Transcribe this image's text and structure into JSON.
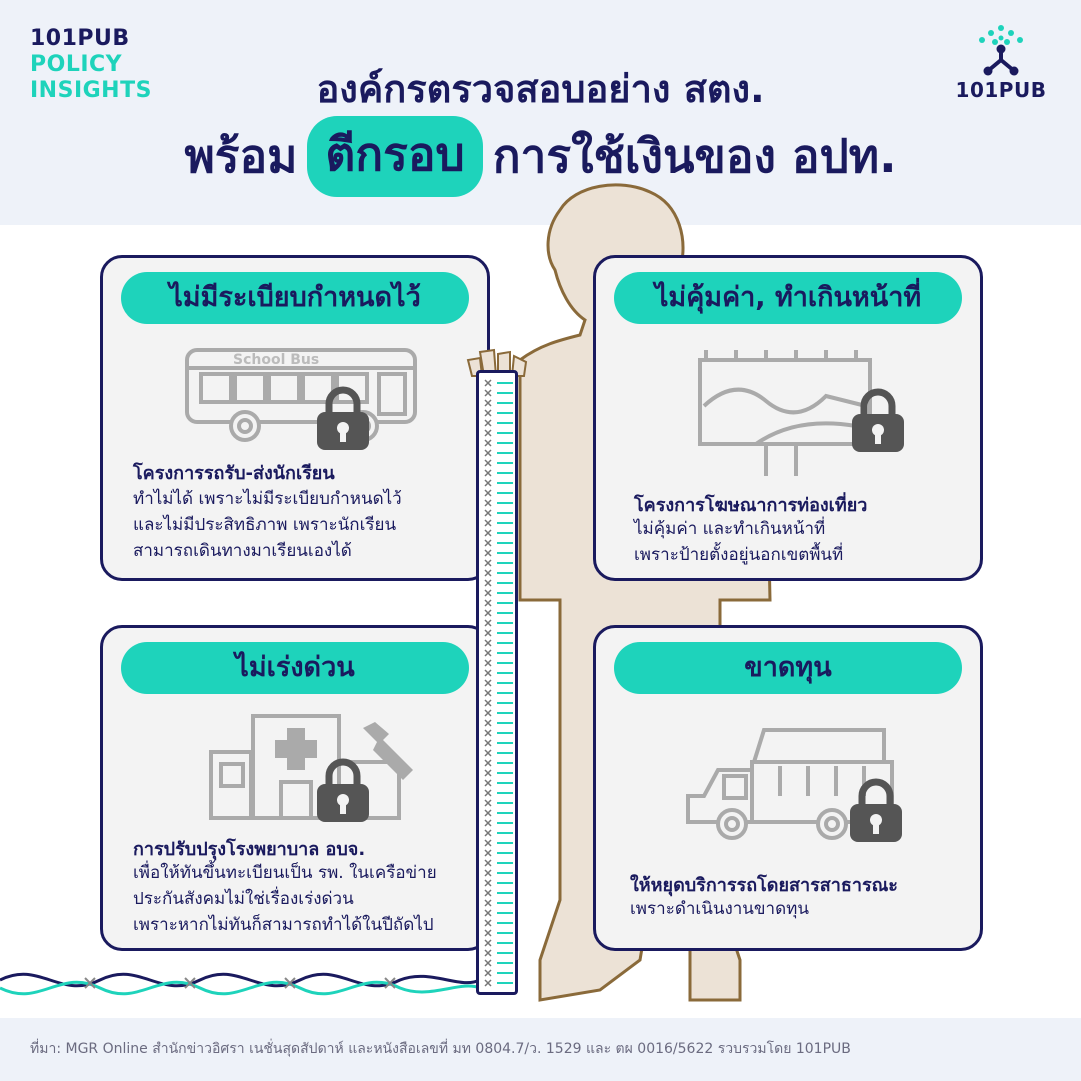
{
  "brand_left": {
    "line1": "101PUB",
    "line2": "POLICY",
    "line3": "INSIGHTS"
  },
  "brand_right": {
    "word": "101PUB"
  },
  "title": {
    "line1": "องค์กรตรวจสอบอย่าง สตง.",
    "line2_a": "พร้อม",
    "line2_highlight": "ตีกรอบ",
    "line2_b": "การใช้เงินของ อปท."
  },
  "cards": [
    {
      "heading": "ไม่มีระเบียบกำหนดไว้",
      "project": "โครงการรถรับ-ส่งนักเรียน",
      "desc": [
        "ทำไม่ได้ เพราะไม่มีระเบียบกำหนดไว้",
        "และไม่มีประสิทธิภาพ เพราะนักเรียน",
        "สามารถเดินทางมาเรียนเองได้"
      ],
      "illus_text": "School Bus"
    },
    {
      "heading": "ไม่คุ้มค่า, ทำเกินหน้าที่",
      "project": "โครงการโฆษณาการท่องเที่ยว",
      "desc": [
        "ไม่คุ้มค่า และทำเกินหน้าที่",
        "เพราะป้ายตั้งอยู่นอกเขตพื้นที่"
      ]
    },
    {
      "heading": "ไม่เร่งด่วน",
      "project": "การปรับปรุงโรงพยาบาล อบจ.",
      "desc": [
        "เพื่อให้ทันขึ้นทะเบียนเป็น รพ. ในเครือข่าย",
        "ประกันสังคมไม่ใช่เรื่องเร่งด่วน",
        "เพราะหากไม่ทันก็สามารถทำได้ในปีถัดไป"
      ]
    },
    {
      "heading": "ขาดทุน",
      "project": "ให้หยุดบริการรถโดยสารสาธารณะ",
      "desc": [
        "เพราะดำเนินงานขาดทุน"
      ]
    }
  ],
  "footer": {
    "source": "ที่มา: MGR Online สำนักข่าวอิศรา เนชั่นสุดสัปดาห์ และหนังสือเลขที่ มท 0804.7/ว. 1529 และ ตผ 0016/5622 รวบรวมโดย 101PUB"
  },
  "colors": {
    "navy": "#1a1a5e",
    "teal": "#1ed3bb",
    "figure": "#ece2d6",
    "figure_outline": "#8a6a3a",
    "card_bg": "#f3f3f3",
    "header_bg": "#eef2f9",
    "lock": "#555555"
  },
  "icons": [
    "network-logo-icon",
    "school-bus-icon",
    "billboard-icon",
    "hospital-icon",
    "wrench-icon",
    "songthaew-truck-icon",
    "lock-icon",
    "ruler-icon",
    "tape-icon"
  ]
}
